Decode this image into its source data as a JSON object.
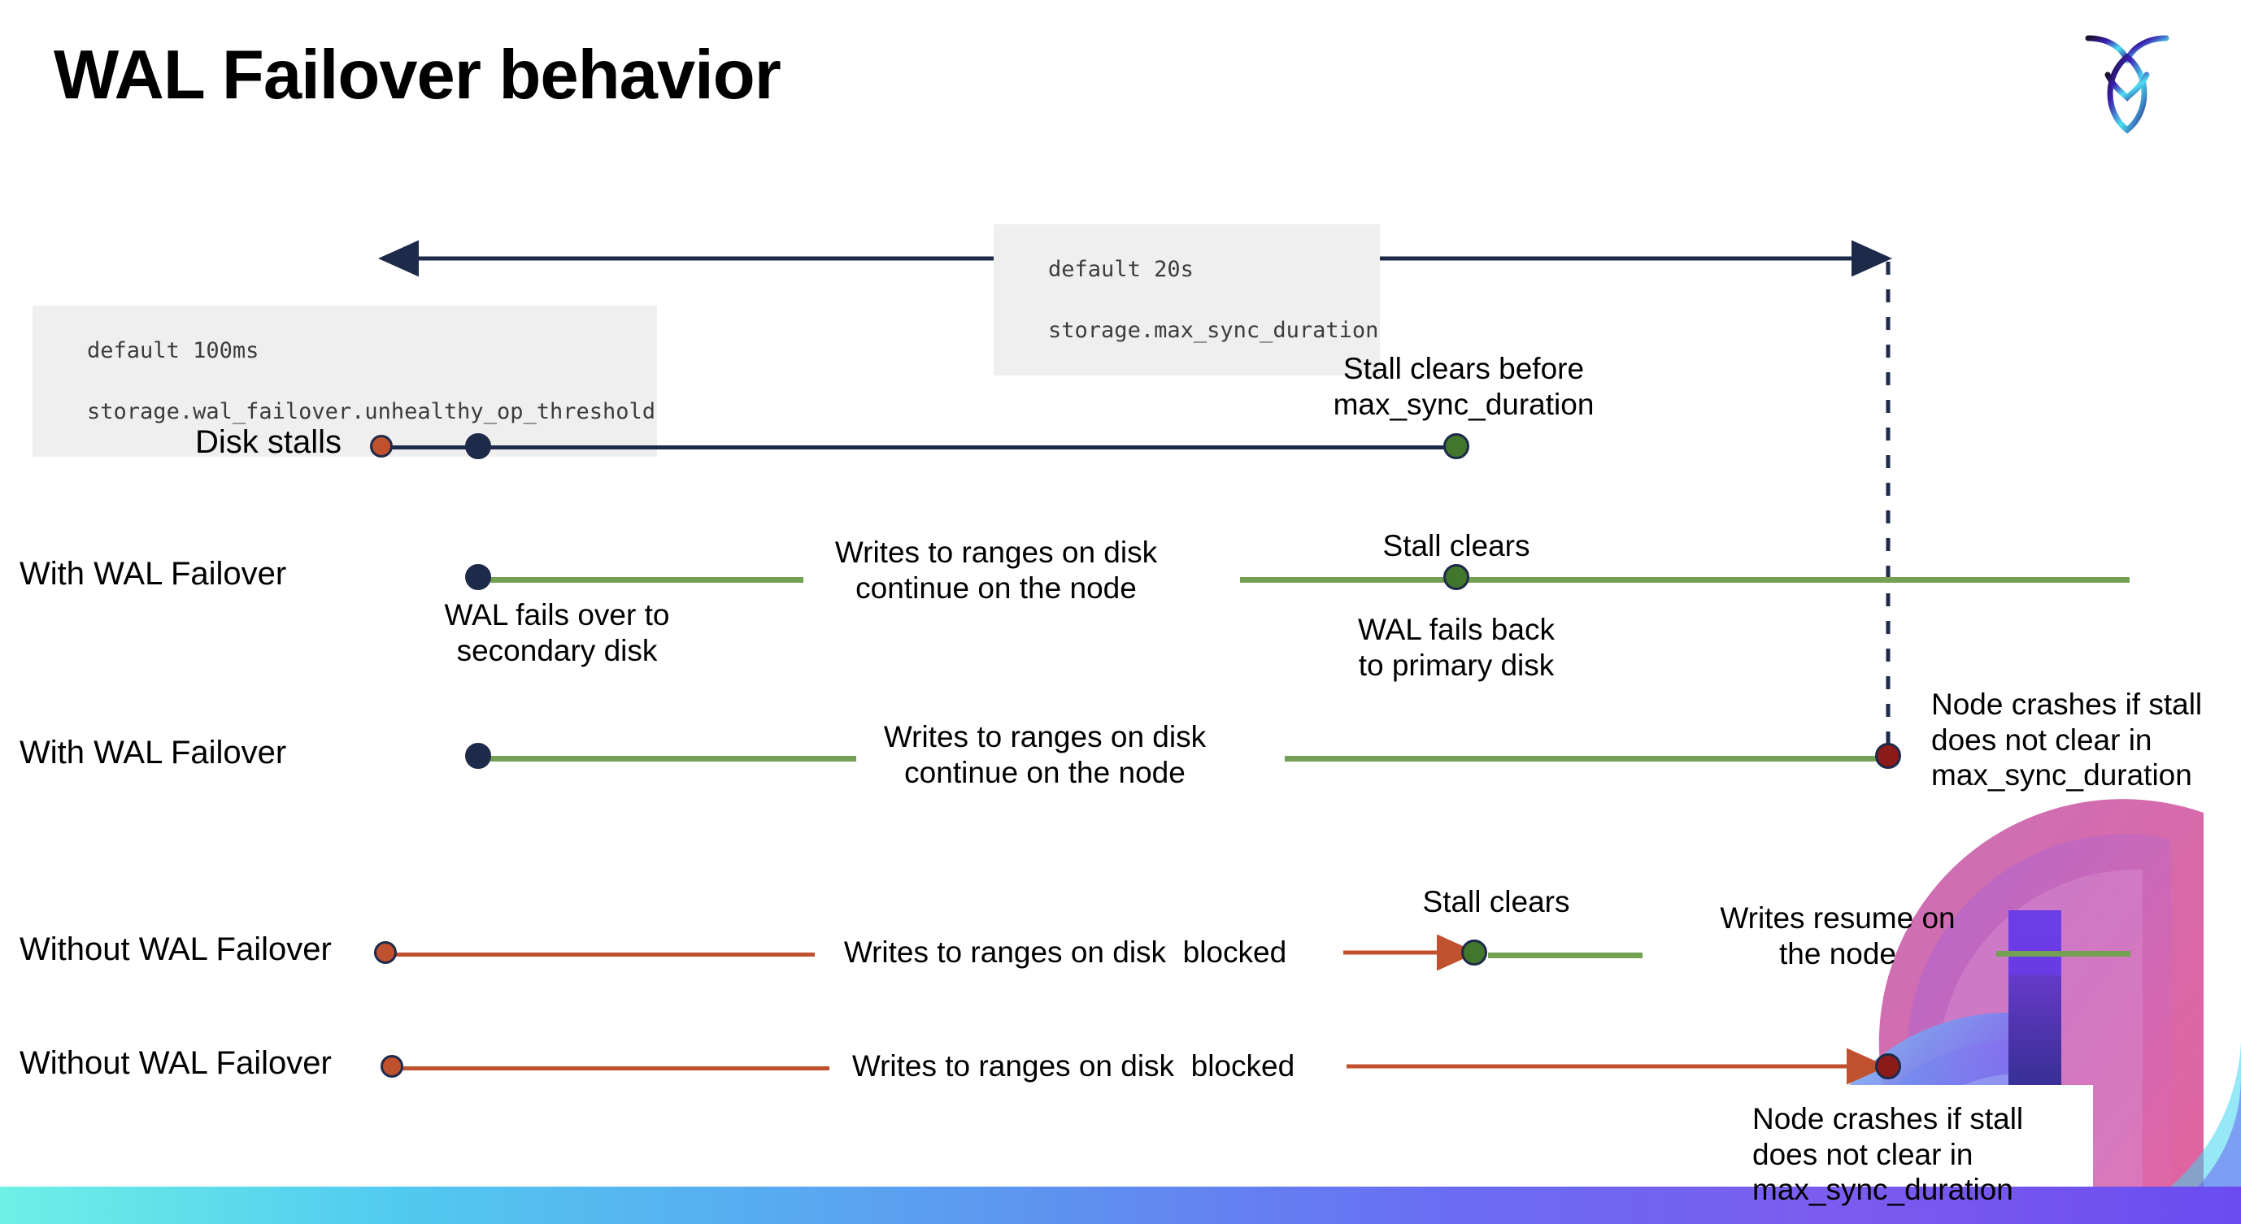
{
  "slide": {
    "title": "WAL Failover behavior",
    "logo_name": "cockroachdb-logo"
  },
  "colors": {
    "navy": "#1e2a4a",
    "green_line": "#74a054",
    "green_dot": "#41762c",
    "orange": "#c0512f",
    "dark_red": "#8b1a18",
    "code_bg": "#efefef",
    "code_text": "#3c3c3c",
    "strip_start": "#6ef0e6",
    "strip_end": "#6a4cf0"
  },
  "annotations": {
    "max_sync": {
      "line1": "default 20s",
      "line2": "storage.max_sync_duration"
    },
    "unhealthy_op": {
      "line1": "default 100ms",
      "line2": "storage.wal_failover.unhealthy_op_threshold"
    }
  },
  "rows": [
    {
      "label": "Disk stalls",
      "notes": [
        {
          "text": "Stall clears before\nmax_sync_duration"
        }
      ]
    },
    {
      "label": "With WAL Failover",
      "notes": [
        {
          "text": "WAL fails over to\nsecondary disk"
        },
        {
          "text": "Writes to ranges on disk\ncontinue on the node"
        },
        {
          "text": "Stall clears"
        },
        {
          "text": "WAL fails  back\nto primary disk"
        }
      ]
    },
    {
      "label": "With WAL Failover",
      "notes": [
        {
          "text": "Writes to ranges on disk\ncontinue on the node"
        },
        {
          "text": "Node crashes if stall\ndoes not clear in\nmax_sync_duration"
        }
      ]
    },
    {
      "label": "Without WAL Failover",
      "notes": [
        {
          "text": "Writes to ranges on disk  blocked"
        },
        {
          "text": "Stall clears"
        },
        {
          "text": "Writes resume on\nthe node"
        }
      ]
    },
    {
      "label": "Without WAL Failover",
      "notes": [
        {
          "text": "Writes to ranges on disk  blocked"
        },
        {
          "text": "Node crashes if stall\ndoes not clear in\nmax_sync_duration"
        }
      ]
    }
  ],
  "labels": {
    "row0": "Disk stalls",
    "row1": "With WAL Failover",
    "row2": "With WAL Failover",
    "row3": "Without WAL Failover",
    "row4": "Without WAL Failover",
    "stall_clears_before": "Stall clears before\nmax_sync_duration",
    "wal_fails_over": "WAL fails over to\nsecondary disk",
    "writes_continue_1": "Writes to ranges on disk\ncontinue on the node",
    "stall_clears_1": "Stall clears",
    "wal_fails_back": "WAL fails  back\nto primary disk",
    "writes_continue_2": "Writes to ranges on disk\ncontinue on the node",
    "node_crashes_1": "Node crashes if stall\ndoes not clear in\nmax_sync_duration",
    "writes_blocked_1": "Writes to ranges on disk  blocked",
    "stall_clears_2": "Stall clears",
    "writes_resume": "Writes resume on\nthe node",
    "writes_blocked_2": "Writes to ranges on disk  blocked",
    "node_crashes_2": "Node crashes if stall\ndoes not clear in\nmax_sync_duration"
  }
}
